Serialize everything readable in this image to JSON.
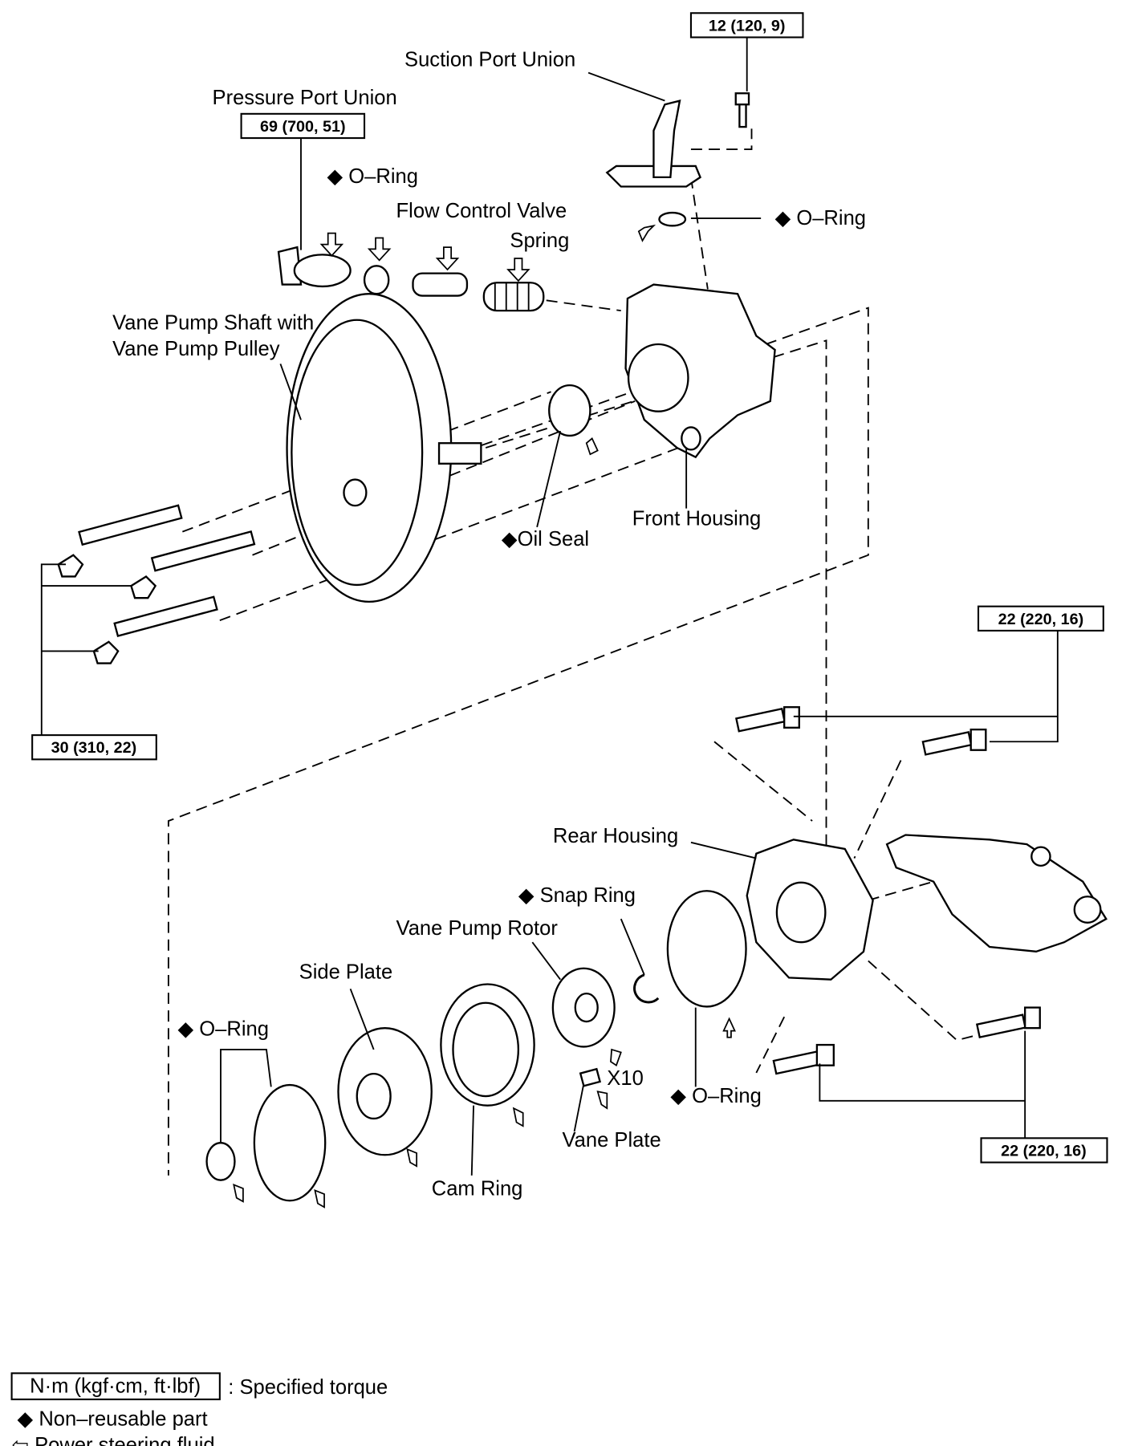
{
  "labels": {
    "suction_port_union": "Suction Port Union",
    "pressure_port_union": "Pressure Port Union",
    "o_ring_1": "◆ O–Ring",
    "flow_control_valve": "Flow Control Valve",
    "spring": "Spring",
    "o_ring_2": "◆ O–Ring",
    "vane_pump_shaft_1": "Vane Pump Shaft with",
    "vane_pump_shaft_2": "Vane Pump Pulley",
    "front_housing": "Front Housing",
    "oil_seal": "◆Oil Seal",
    "rear_housing": "Rear Housing",
    "snap_ring": "◆ Snap Ring",
    "vane_pump_rotor": "Vane Pump Rotor",
    "side_plate": "Side Plate",
    "o_ring_3": "◆ O–Ring",
    "x10": "X10",
    "o_ring_4": "◆ O–Ring",
    "vane_plate": "Vane Plate",
    "cam_ring": "Cam Ring"
  },
  "torques": {
    "suction_bolt": "12 (120, 9)",
    "pressure_port": "69 (700, 51)",
    "rear_upper": "22 (220, 16)",
    "front_bolts": "30 (310, 22)",
    "rear_lower": "22 (220, 16)"
  },
  "legend": {
    "torque_unit": "N·m (kgf·cm, ft·lbf)",
    "torque_desc": ": Specified torque",
    "non_reusable": "◆ Non–reusable part",
    "fluid": "⇦ Power steering fluid"
  }
}
